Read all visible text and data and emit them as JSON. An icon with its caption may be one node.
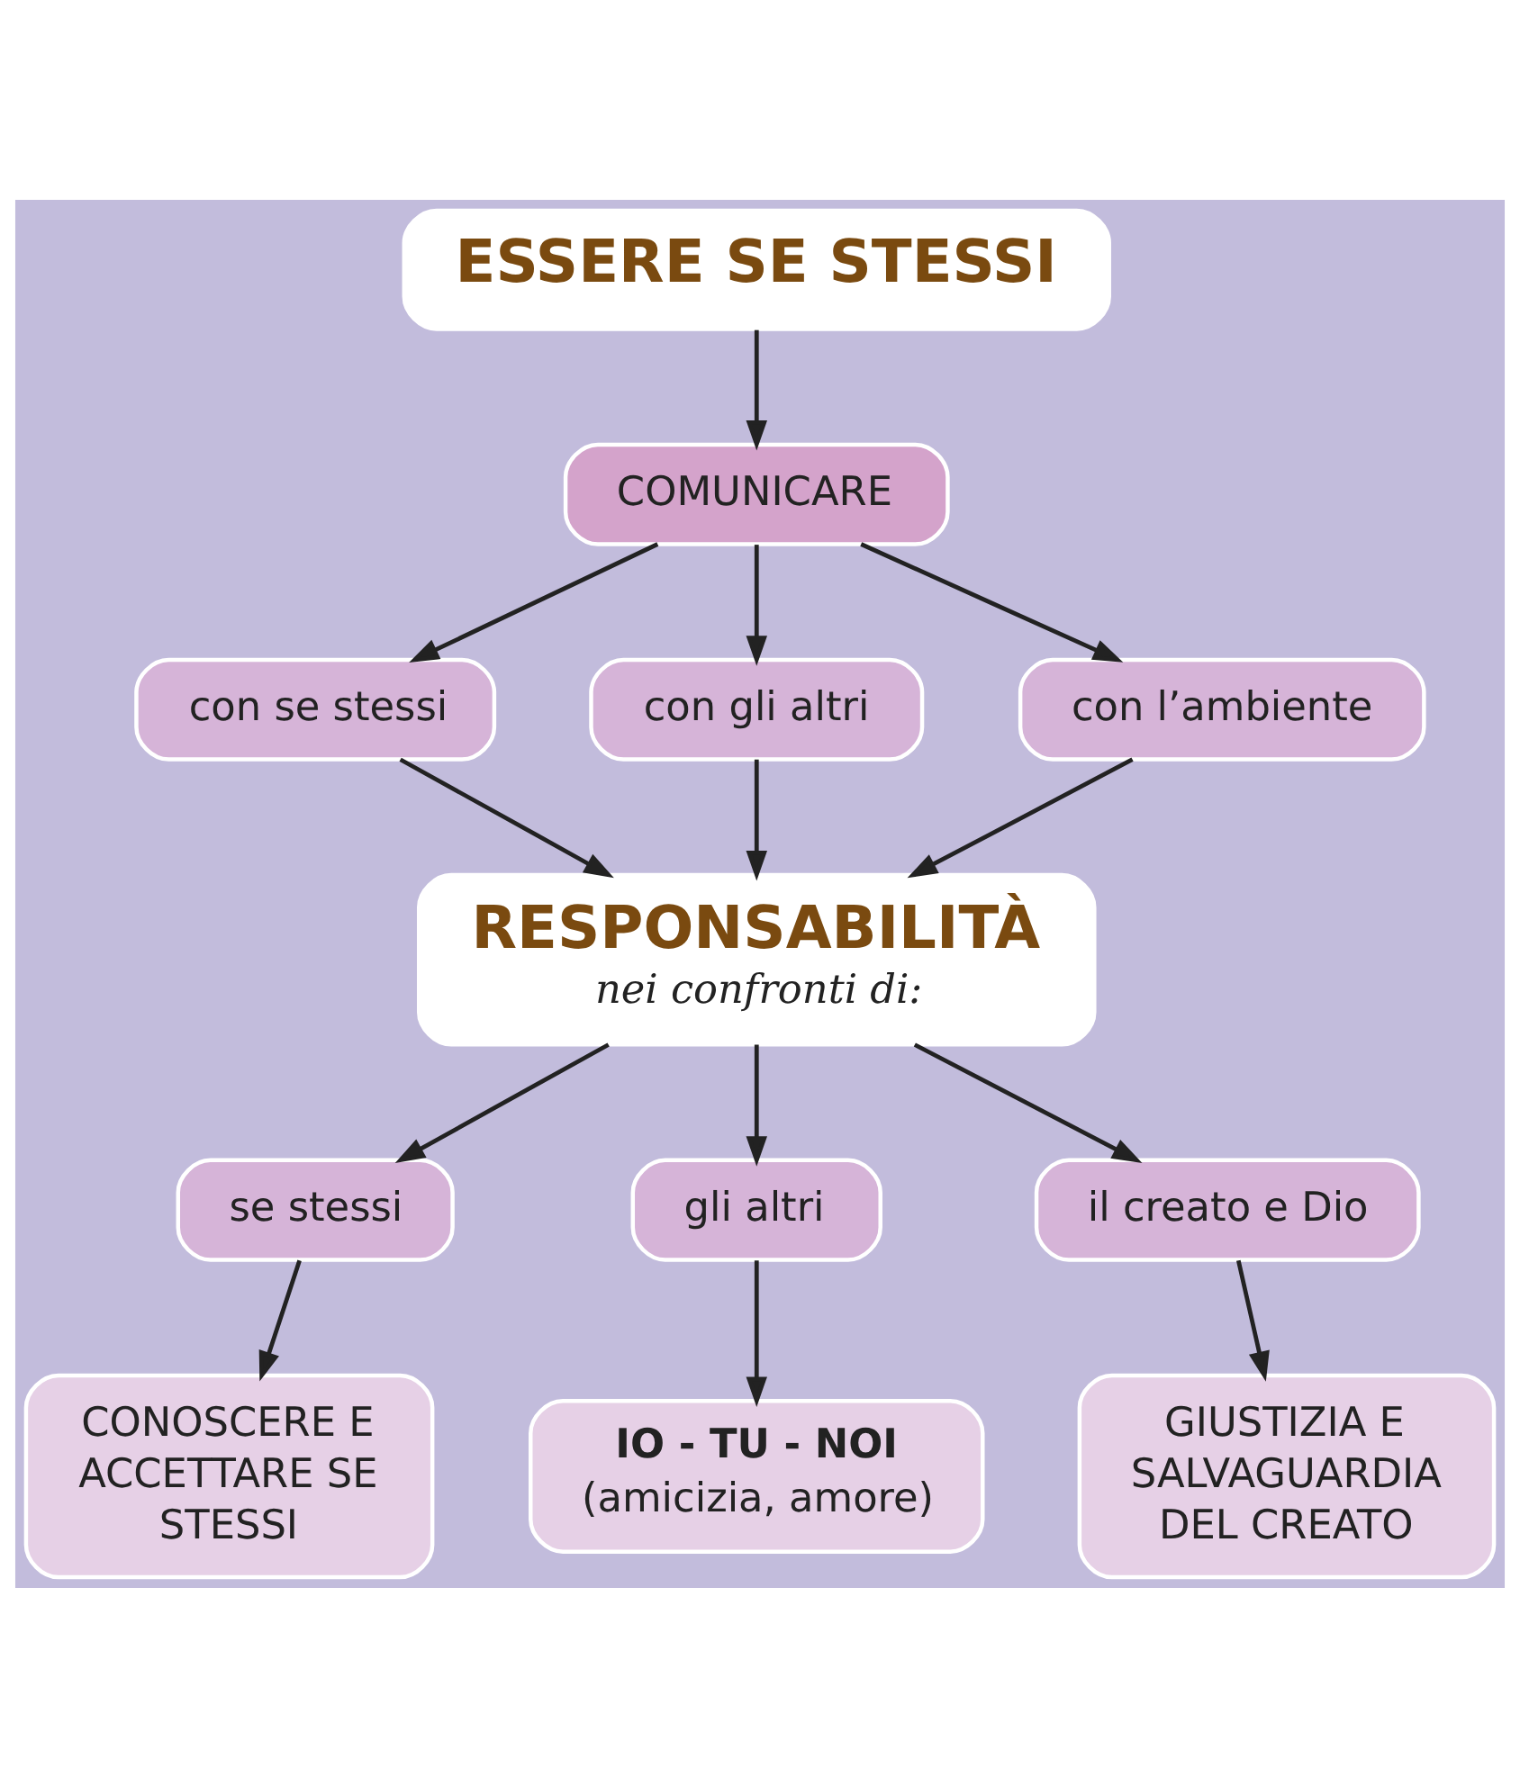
{
  "diagram": {
    "nodes": [
      {
        "text": [
          "ESSERE SE STESSI"
        ]
      },
      {
        "text": [
          "COMUNICARE"
        ]
      },
      {
        "text": [
          "con se stessi"
        ]
      },
      {
        "text": [
          "con gli altri"
        ]
      },
      {
        "text": [
          "con l’ambiente"
        ]
      },
      {
        "text": [
          "RESPONSABILITÀ",
          "nei confronti di:"
        ]
      },
      {
        "text": [
          "se stessi"
        ]
      },
      {
        "text": [
          "gli altri"
        ]
      },
      {
        "text": [
          "il creato e Dio"
        ]
      },
      {
        "text": [
          "CONOSCERE E ACCETTARE SE STESSI"
        ]
      },
      {
        "text": [
          "IO - TU - NOI",
          "(amicizia, amore)"
        ]
      },
      {
        "text": [
          "GIUSTIZIA E SALVAGUARDIA DEL CREATO"
        ]
      }
    ],
    "edges": [
      {
        "from": 0,
        "to": 1,
        "arrow": "to"
      },
      {
        "from": 1,
        "to": 2,
        "arrow": "to"
      },
      {
        "from": 1,
        "to": 3,
        "arrow": "to"
      },
      {
        "from": 1,
        "to": 4,
        "arrow": "to"
      },
      {
        "from": 2,
        "to": 5,
        "arrow": "to"
      },
      {
        "from": 3,
        "to": 5,
        "arrow": "to"
      },
      {
        "from": 4,
        "to": 5,
        "arrow": "to"
      },
      {
        "from": 5,
        "to": 6,
        "arrow": "to"
      },
      {
        "from": 5,
        "to": 7,
        "arrow": "to"
      },
      {
        "from": 5,
        "to": 8,
        "arrow": "to"
      },
      {
        "from": 6,
        "to": 9,
        "arrow": "to"
      },
      {
        "from": 7,
        "to": 10,
        "arrow": "to"
      },
      {
        "from": 8,
        "to": 11,
        "arrow": "to"
      }
    ]
  }
}
